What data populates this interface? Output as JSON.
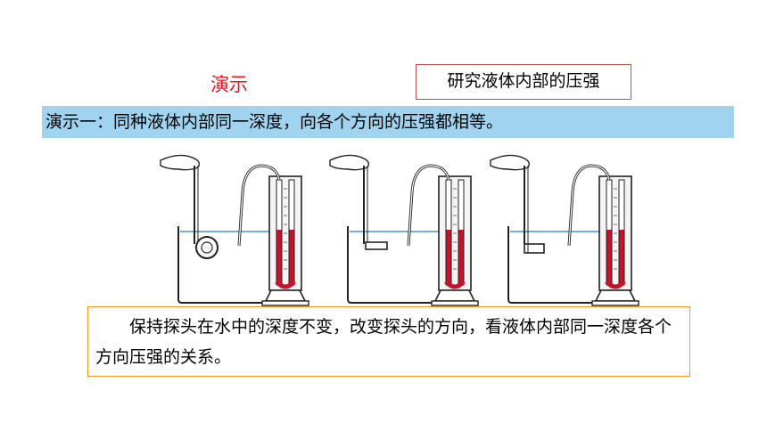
{
  "slide": {
    "demo_label": "演示",
    "topic": "研究液体内部的压强",
    "banner": "演示一：同种液体内部同一深度，向各个方向的压强都相等。",
    "note": "保持探头在水中的深度不变，改变探头的方向，看液体内部同一深度各个方向压强的关系。"
  },
  "colors": {
    "demo_label": "#e8141e",
    "topic_border": "#c0504d",
    "banner_bg": "#9fd3ef",
    "note_border": "#f39a1e",
    "liquid_red": "#c4132a",
    "water_line": "#4a90c8"
  }
}
